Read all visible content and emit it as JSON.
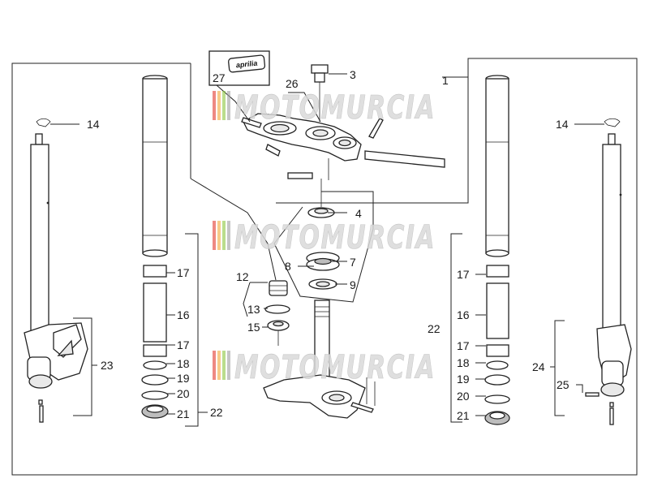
{
  "brand_label": "aprilia",
  "watermark": "MOTOMURCIA",
  "watermark_colors": [
    "#e33b2e",
    "#f2a93b",
    "#8cc63f",
    "#9e9e9e"
  ],
  "callouts": {
    "n1": "1",
    "n3": "3",
    "n4": "4",
    "n7": "7",
    "n8": "8",
    "n9": "9",
    "n12": "12",
    "n13": "13",
    "n14_left": "14",
    "n14_right": "14",
    "n15": "15",
    "n16_left": "16",
    "n16_right": "16",
    "n17_left_top": "17",
    "n17_left_bottom": "17",
    "n17_right_top": "17",
    "n17_right_bottom": "17",
    "n18_left": "18",
    "n18_right": "18",
    "n19_left": "19",
    "n19_right": "19",
    "n20_left": "20",
    "n20_right": "20",
    "n21_left": "21",
    "n21_right": "21",
    "n22_left": "22",
    "n22_right": "22",
    "n23": "23",
    "n24": "24",
    "n25": "25",
    "n26": "26",
    "n27": "27"
  }
}
